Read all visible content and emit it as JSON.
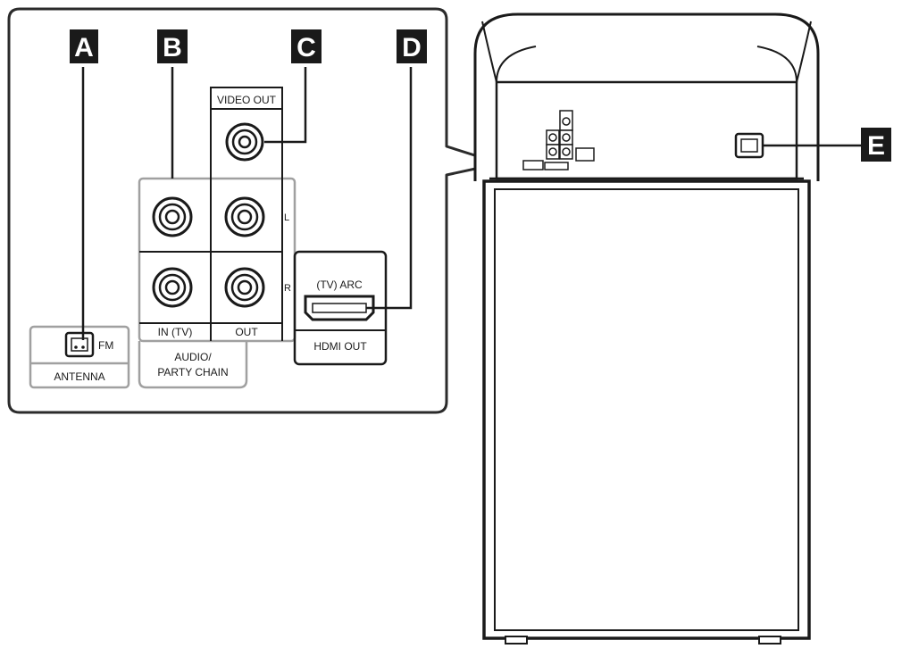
{
  "callouts": {
    "a": "A",
    "b": "B",
    "c": "C",
    "d": "D",
    "e": "E"
  },
  "panel": {
    "video_out": "VIDEO OUT",
    "channel_left": "L",
    "channel_right": "R",
    "in_tv": "IN (TV)",
    "out": "OUT",
    "audio_line1": "AUDIO/",
    "audio_line2": "PARTY CHAIN",
    "fm": "FM",
    "antenna": "ANTENNA",
    "tv_arc": "(TV) ARC",
    "hdmi_out": "HDMI OUT"
  },
  "colors": {
    "ink": "#1a1a1a",
    "panel_border": "#2b2b2b",
    "group_border": "#a0a0a0"
  }
}
